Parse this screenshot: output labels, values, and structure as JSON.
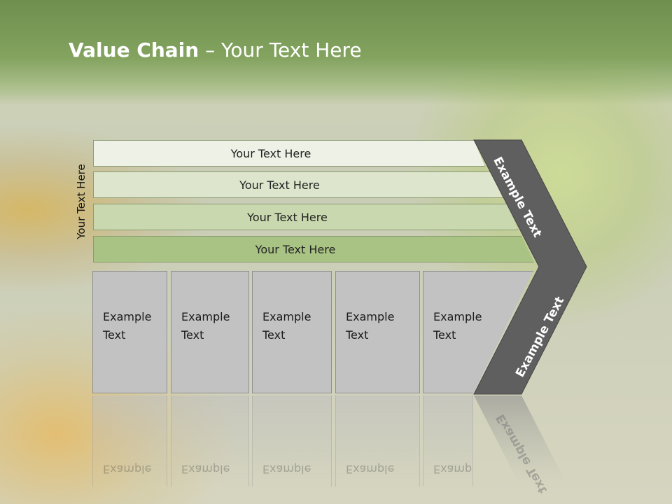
{
  "title": {
    "bold": "Value Chain",
    "rest": " – Your Text Here"
  },
  "side_label": "Your Text Here",
  "bands": [
    {
      "label": "Your Text Here",
      "color": "#eef2e6"
    },
    {
      "label": "Your Text Here",
      "color": "#dde6cc"
    },
    {
      "label": "Your Text Here",
      "color": "#c9d8ae"
    },
    {
      "label": "Your Text Here",
      "color": "#a9c384"
    }
  ],
  "columns": [
    {
      "line1": "Example",
      "line2": "Text"
    },
    {
      "line1": "Example",
      "line2": "Text"
    },
    {
      "line1": "Example",
      "line2": "Text"
    },
    {
      "line1": "Example",
      "line2": "Text"
    },
    {
      "line1": "Example",
      "line2": "Text"
    }
  ],
  "arrow": {
    "upper_label": "Example Text",
    "lower_label": "Example Text",
    "color": "#5f5f5f"
  },
  "colors": {
    "header": "#7b9b57",
    "column_fill": "#c2c2c2"
  }
}
